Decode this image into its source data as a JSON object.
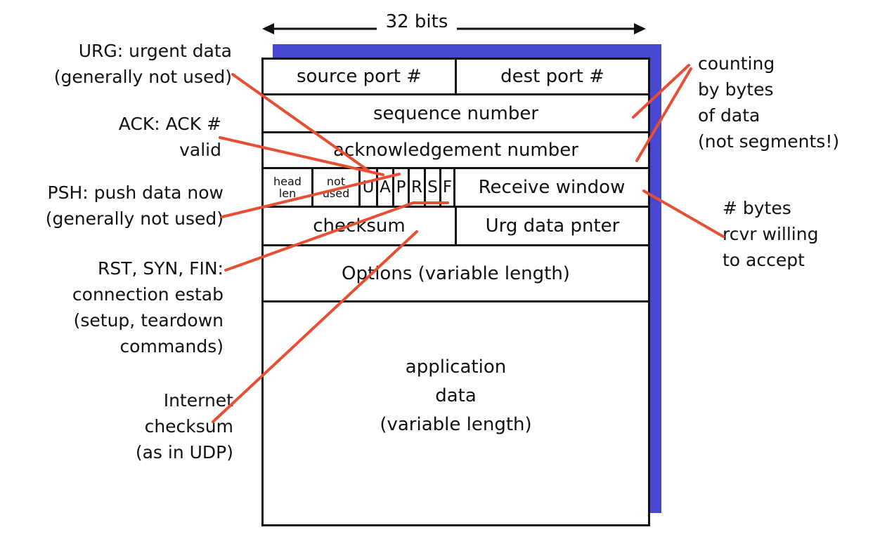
{
  "colors": {
    "pointer_line_red": "#e84e33",
    "drop_shadow_blue": "#4747d1",
    "border_black": "#111111"
  },
  "header": {
    "width_label": "32 bits"
  },
  "segment": {
    "source_port": "source port #",
    "dest_port": "dest port #",
    "sequence_number": "sequence number",
    "ack_number": "acknowledgement number",
    "head_len": [
      "head",
      "len"
    ],
    "not_used": [
      "not",
      "used"
    ],
    "flags": [
      "U",
      "A",
      "P",
      "R",
      "S",
      "F"
    ],
    "receive_window": "Receive window",
    "checksum": "checksum",
    "urg_pointer": "Urg data pnter",
    "options": "Options (variable length)",
    "app_data": [
      "application",
      "data",
      "(variable length)"
    ]
  },
  "annotations": {
    "urg": [
      "URG: urgent data",
      "(generally not used)"
    ],
    "ack": [
      "ACK: ACK #",
      "valid"
    ],
    "psh": [
      "PSH: push data now",
      "(generally not used)"
    ],
    "rst": [
      "RST, SYN, FIN:",
      "connection estab",
      "(setup, teardown",
      "commands)"
    ],
    "checksum": [
      "Internet",
      "checksum",
      "(as in UDP)"
    ],
    "counting": [
      "counting",
      "by bytes",
      "of data",
      "(not segments!)"
    ],
    "rcv_window": [
      "# bytes",
      "rcvr willing",
      "to accept"
    ]
  }
}
